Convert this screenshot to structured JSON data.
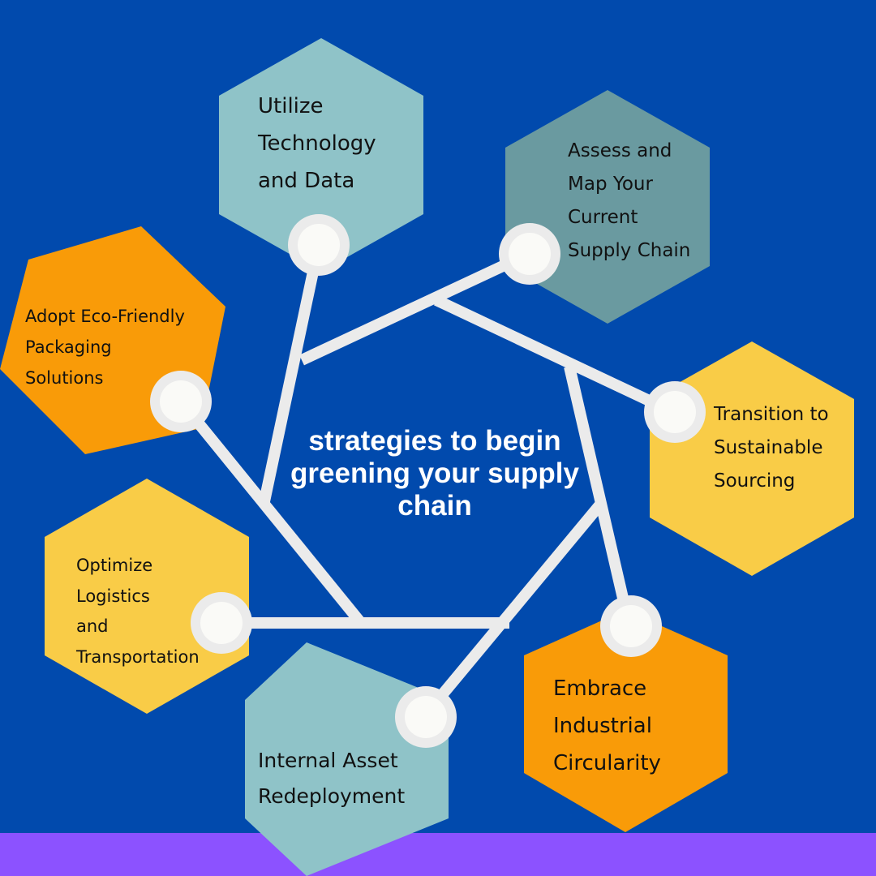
{
  "title": "strategies to begin greening your supply chain",
  "colors": {
    "background": "#014aad",
    "band": "#8c52ff",
    "connector": "#ebebeb",
    "node_inner": "#fafaf7",
    "teal_light": "#8fc3c8",
    "teal_dark": "#6a9aa0",
    "yellow": "#f9cc47",
    "orange": "#f99b08"
  },
  "strategies": [
    {
      "label": "Utilize Technology and Data",
      "lines": [
        "Utilize",
        "Technology",
        "and Data"
      ]
    },
    {
      "label": "Assess and Map Your Current Supply Chain",
      "lines": [
        "Assess and",
        "Map Your",
        "Current",
        "Supply Chain"
      ]
    },
    {
      "label": "Transition to Sustainable Sourcing",
      "lines": [
        "Transition to",
        "Sustainable",
        "Sourcing"
      ]
    },
    {
      "label": "Embrace Industrial Circularity",
      "lines": [
        "Embrace",
        "Industrial",
        "Circularity"
      ]
    },
    {
      "label": "Internal Asset Redeployment",
      "lines": [
        "Internal Asset",
        "Redeployment"
      ]
    },
    {
      "label": "Optimize Logistics and Transportation",
      "lines": [
        "Optimize",
        "Logistics",
        "and",
        "Transportation"
      ]
    },
    {
      "label": "Adopt Eco-Friendly Packaging Solutions",
      "lines": [
        "Adopt Eco-Friendly",
        "Packaging",
        "Solutions"
      ]
    }
  ]
}
